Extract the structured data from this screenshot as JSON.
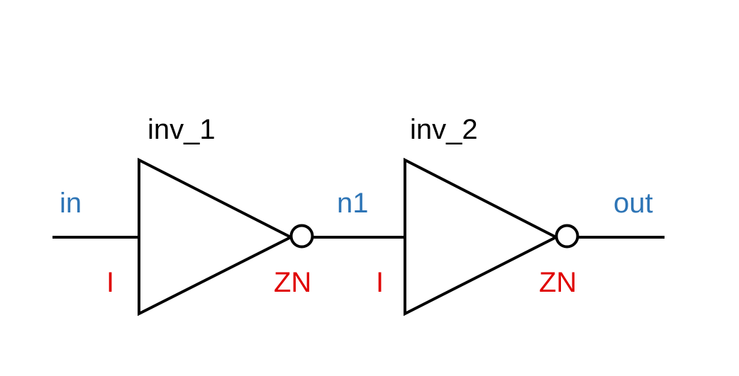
{
  "colors": {
    "wire": "#000000",
    "instance_label": "#000000",
    "net_label": "#2E75B6",
    "pin_label": "#E00000",
    "background": "#FFFFFF"
  },
  "instances": [
    {
      "name": "inv_1",
      "input_pin": "I",
      "output_pin": "ZN"
    },
    {
      "name": "inv_2",
      "input_pin": "I",
      "output_pin": "ZN"
    }
  ],
  "nets": {
    "input": "in",
    "middle": "n1",
    "output": "out"
  }
}
